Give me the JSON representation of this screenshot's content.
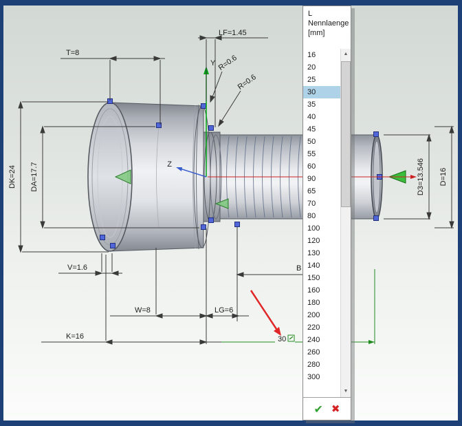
{
  "colors": {
    "window_chrome": "#1d4077",
    "selection_highlight": "#aed2e8",
    "handle_blue": "#5066d9",
    "dimension_green": "#1f8b1f",
    "annotation_red": "#e02828",
    "axis_green": "#00a315",
    "axis_red": "#cc2222",
    "axis_blue": "#3c5fd0"
  },
  "axes": {
    "y": "Y",
    "z": "Z"
  },
  "dimensions": {
    "lf": "LF=1.45",
    "t": "T=8",
    "r1": "R=0.6",
    "r2": "R=0.6",
    "dk": "DK=24",
    "da": "DA=17.7",
    "v": "V=1.6",
    "w": "W=8",
    "lg": "LG=6",
    "k": "K=16",
    "d3": "D3=13.546",
    "d": "D=16",
    "b": "B",
    "edited_value": "30"
  },
  "dropdown": {
    "header": [
      "L",
      "Nennlaenge",
      "[mm]"
    ],
    "items": [
      "16",
      "20",
      "25",
      "30",
      "35",
      "40",
      "45",
      "50",
      "55",
      "60",
      "90",
      "65",
      "70",
      "80",
      "100",
      "120",
      "130",
      "140",
      "150",
      "160",
      "180",
      "200",
      "220",
      "240",
      "260",
      "280",
      "300"
    ],
    "selected": "30",
    "confirm_glyph": "✔",
    "cancel_glyph": "✖",
    "scroll_up_glyph": "▲",
    "scroll_down_glyph": "▼"
  }
}
